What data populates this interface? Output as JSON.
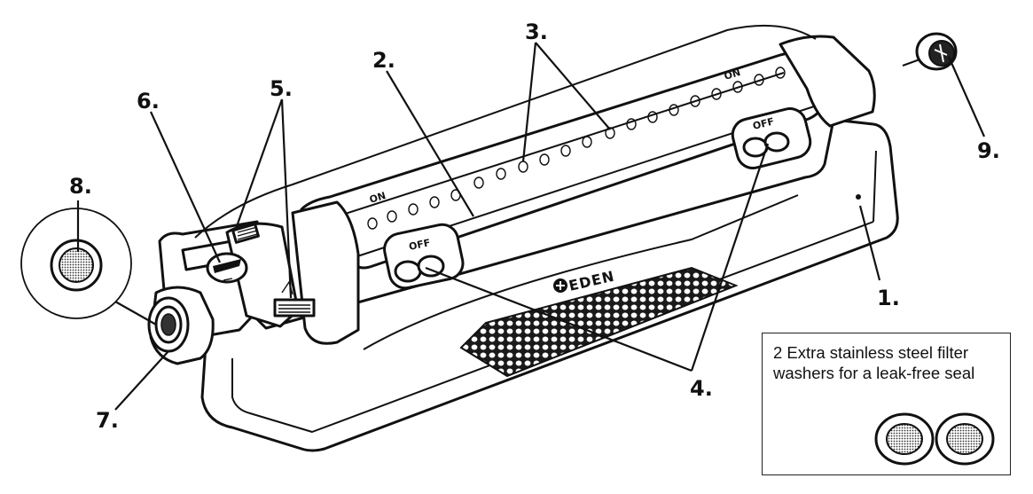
{
  "callouts": {
    "n1": "1.",
    "n2": "2.",
    "n3": "3.",
    "n4": "4.",
    "n5": "5.",
    "n6": "6.",
    "n7": "7.",
    "n8": "8.",
    "n9": "9."
  },
  "product": {
    "brand": "EDEN",
    "off_label_left": "OFF",
    "off_label_right": "OFF",
    "on_label_left": "ON",
    "on_label_right": "ON"
  },
  "note": {
    "text": "2 Extra stainless steel filter washers for a leak-free seal"
  }
}
